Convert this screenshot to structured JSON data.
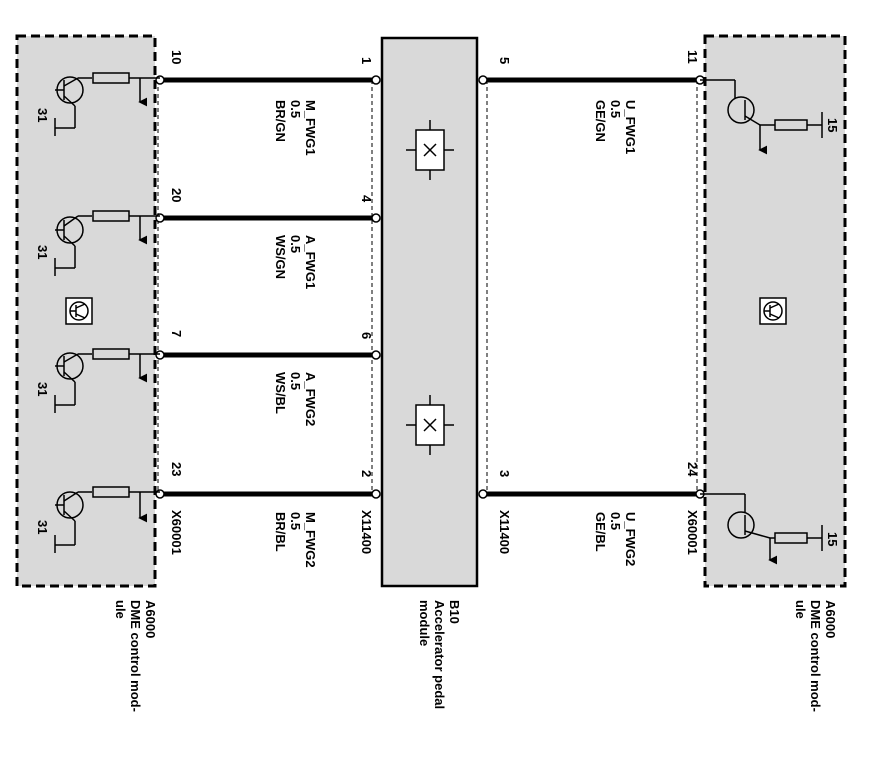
{
  "colors": {
    "module_fill": "#d9d9d9",
    "line": "#000000",
    "background": "#ffffff"
  },
  "left_module": {
    "id": "A6000",
    "name_line1": "DME control mod-",
    "name_line2": "ule",
    "connector": "X60001",
    "ground_label": "31",
    "symbol_icon": "transistor-icon"
  },
  "right_module": {
    "id": "A6000",
    "name_line1": "DME control mod-",
    "name_line2": "ule",
    "connector": "X60001",
    "supply_label": "15",
    "symbol_icon": "transistor-icon"
  },
  "pedal_module": {
    "id": "B10",
    "name_line1": "Accelerator pedal",
    "name_line2": "module",
    "connector_left": "X11400",
    "connector_right": "X11400",
    "sensor_icon": "hall-sensor-icon"
  },
  "wires_left": [
    {
      "signal": "M_FWG1",
      "size": "0.5",
      "color": "BR/GN",
      "dme_pin": "10",
      "pedal_pin": "1"
    },
    {
      "signal": "A_FWG1",
      "size": "0.5",
      "color": "WS/GN",
      "dme_pin": "20",
      "pedal_pin": "4"
    },
    {
      "signal": "A_FWG2",
      "size": "0.5",
      "color": "WS/BL",
      "dme_pin": "7",
      "pedal_pin": "6"
    },
    {
      "signal": "M_FWG2",
      "size": "0.5",
      "color": "BR/BL",
      "dme_pin": "23",
      "pedal_pin": "2"
    }
  ],
  "wires_right": [
    {
      "signal": "U_FWG1",
      "size": "0.5",
      "color": "GE/GN",
      "dme_pin": "11",
      "pedal_pin": "5"
    },
    {
      "signal": "U_FWG2",
      "size": "0.5",
      "color": "GE/BL",
      "dme_pin": "24",
      "pedal_pin": "3"
    }
  ]
}
